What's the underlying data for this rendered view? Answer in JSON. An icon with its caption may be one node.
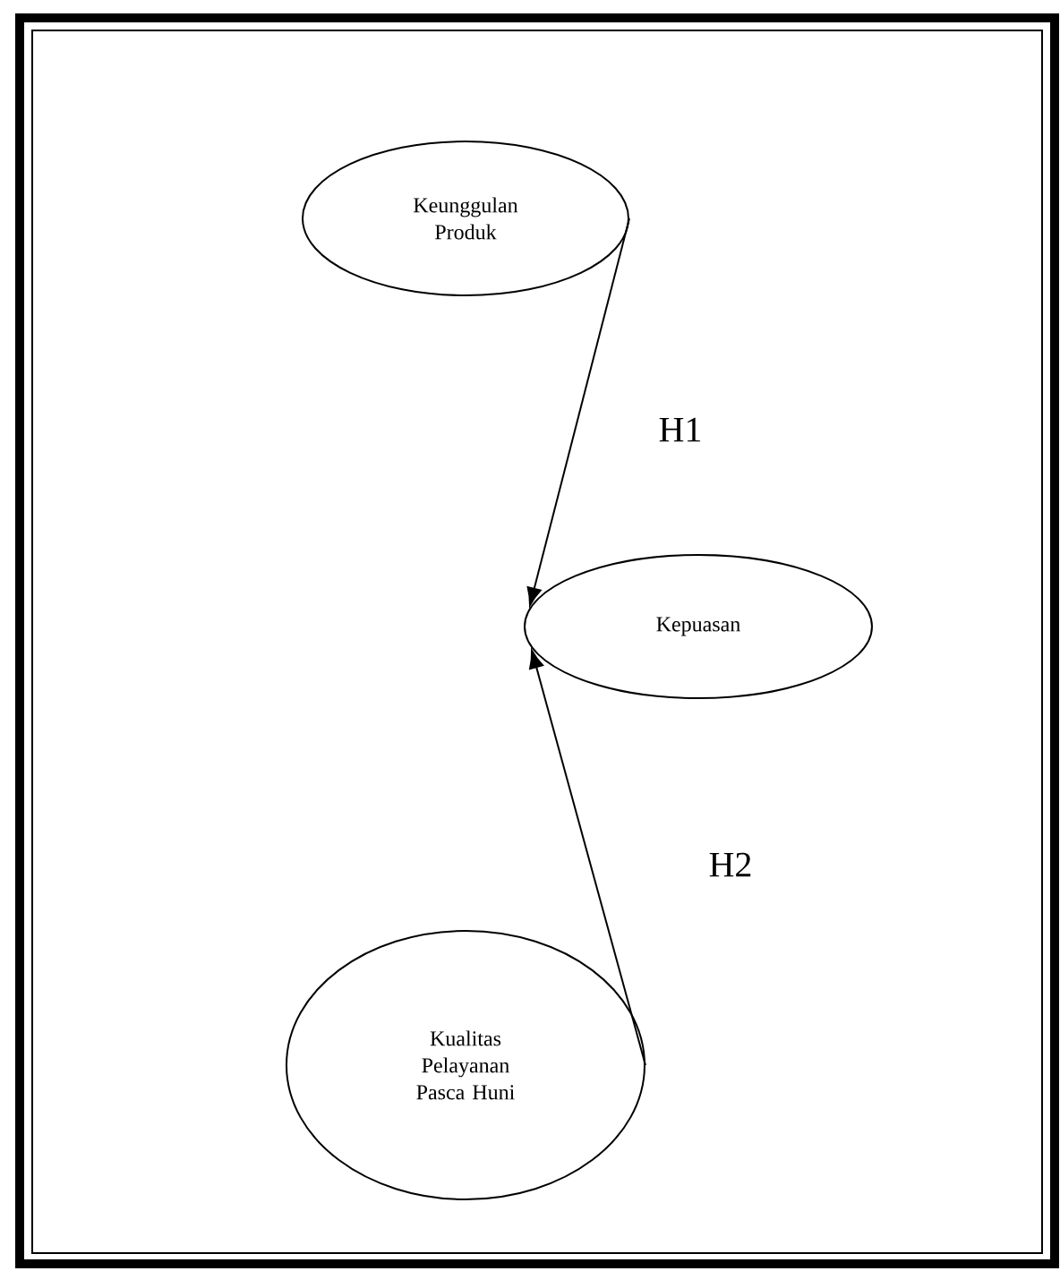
{
  "diagram": {
    "nodes": [
      {
        "text": [
          "Keunggulan Produk"
        ]
      },
      {
        "text": [
          "Kepuasan"
        ]
      },
      {
        "text": [
          "Kualitas Pelayanan Pasca Huni"
        ]
      }
    ],
    "edges": [
      {
        "from": 0,
        "to": 1,
        "arrow": "to",
        "label": "H1"
      },
      {
        "from": 2,
        "to": 1,
        "arrow": "to",
        "label": "H2"
      }
    ]
  }
}
